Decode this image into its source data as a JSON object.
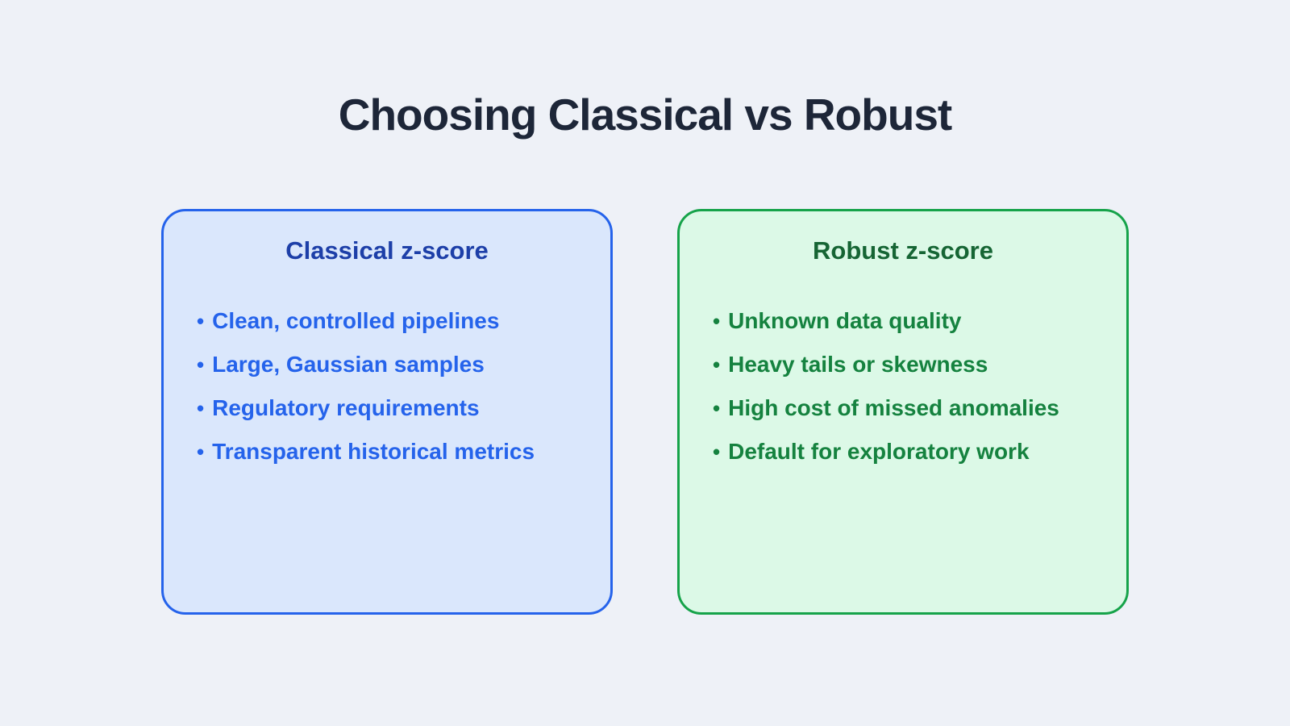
{
  "title": "Choosing Classical vs Robust",
  "bullet_glyph": "•",
  "colors": {
    "background": "#eef1f7",
    "title_text": "#1d2638",
    "classical_fill": "#dae7fc",
    "classical_border": "#2563eb",
    "classical_heading": "#1d3fa8",
    "classical_text": "#2563eb",
    "robust_fill": "#dcf9e7",
    "robust_border": "#16a34a",
    "robust_heading": "#166534",
    "robust_text": "#15823f"
  },
  "panels": [
    {
      "heading": "Classical z-score",
      "items": [
        "Clean, controlled pipelines",
        "Large, Gaussian samples",
        "Regulatory requirements",
        "Transparent historical metrics"
      ]
    },
    {
      "heading": "Robust z-score",
      "items": [
        "Unknown data quality",
        "Heavy tails or skewness",
        "High cost of missed anomalies",
        "Default for exploratory work"
      ]
    }
  ]
}
